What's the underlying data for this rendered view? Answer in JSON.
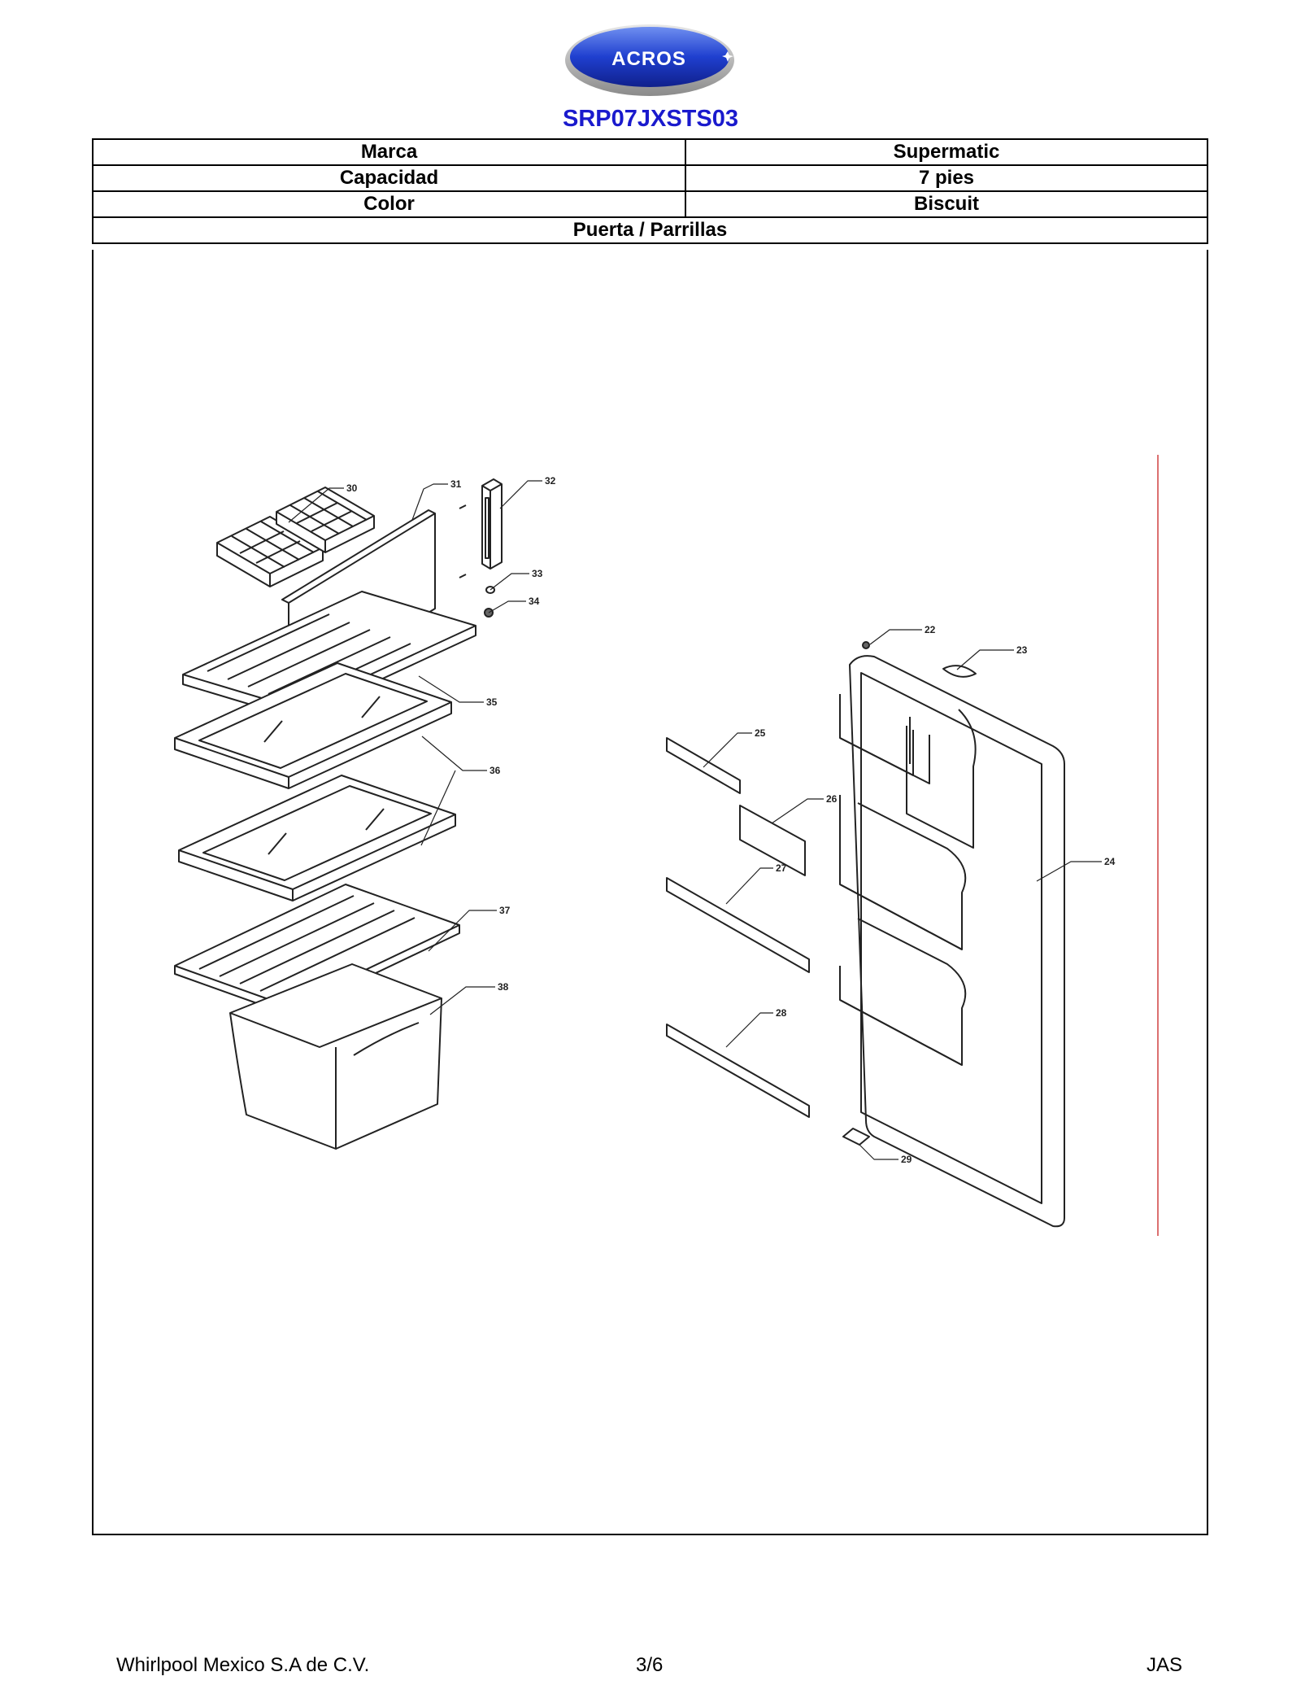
{
  "header": {
    "logo_text": "ACROS",
    "model": "SRP07JXSTS03"
  },
  "specs": [
    {
      "label": "Marca",
      "value": "Supermatic"
    },
    {
      "label": "Capacidad",
      "value": "7 pies"
    },
    {
      "label": "Color",
      "value": "Biscuit"
    }
  ],
  "section_title": "Puerta / Parrillas",
  "diagram": {
    "callouts": [
      "22",
      "23",
      "24",
      "25",
      "26",
      "27",
      "28",
      "29",
      "30",
      "31",
      "32",
      "33",
      "34",
      "35",
      "36",
      "37",
      "38"
    ]
  },
  "footer": {
    "company": "Whirlpool Mexico S.A de C.V.",
    "page": "3/6",
    "initials": "JAS"
  }
}
